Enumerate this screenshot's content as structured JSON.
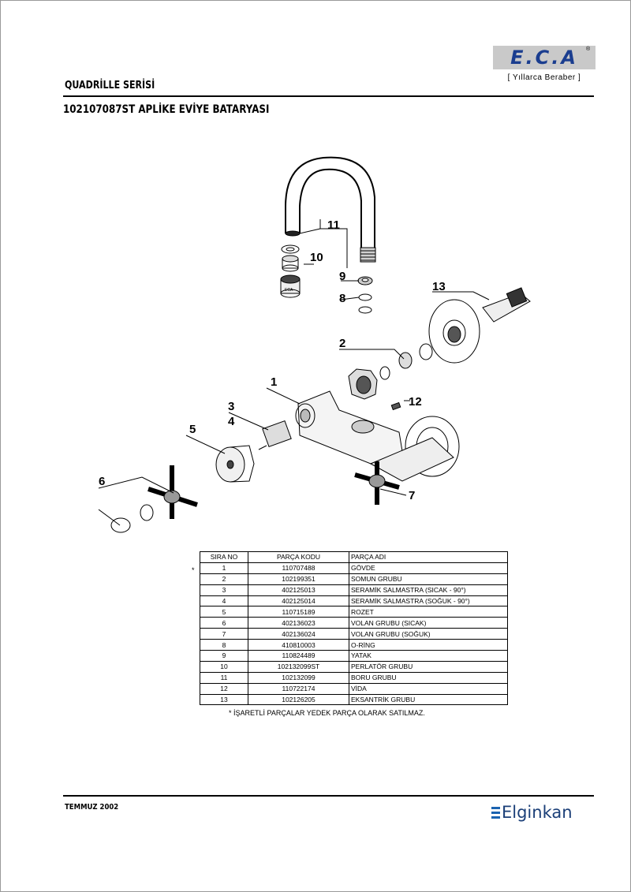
{
  "brand": {
    "logo_text": "E.C.A",
    "slogan": "[ Yıllarca Beraber ]"
  },
  "header": {
    "series": "QUADRİLLE SERİSİ",
    "product": "102107087ST APLİKE EVİYE BATARYASI"
  },
  "diagram": {
    "callouts": [
      "1",
      "2",
      "3",
      "4",
      "5",
      "6",
      "7",
      "8",
      "9",
      "10",
      "11",
      "12",
      "13"
    ],
    "aerator_marking": "ECA"
  },
  "parts_table": {
    "columns": [
      "SIRA NO",
      "PARÇA KODU",
      "PARÇA ADI"
    ],
    "rows": [
      {
        "no": "1",
        "code": "110707488",
        "name": "GÖVDE"
      },
      {
        "no": "2",
        "code": "102199351",
        "name": "SOMUN GRUBU"
      },
      {
        "no": "3",
        "code": "402125013",
        "name": "SERAMİK SALMASTRA (SICAK - 90°)"
      },
      {
        "no": "4",
        "code": "402125014",
        "name": "SERAMİK SALMASTRA (SOĞUK - 90°)"
      },
      {
        "no": "5",
        "code": "110715189",
        "name": "ROZET"
      },
      {
        "no": "6",
        "code": "402136023",
        "name": "VOLAN GRUBU (SICAK)"
      },
      {
        "no": "7",
        "code": "402136024",
        "name": "VOLAN GRUBU (SOĞUK)"
      },
      {
        "no": "8",
        "code": "410810003",
        "name": "O-RİNG"
      },
      {
        "no": "9",
        "code": "110824489",
        "name": "YATAK"
      },
      {
        "no": "10",
        "code": "102132099ST",
        "name": "PERLATÖR GRUBU"
      },
      {
        "no": "11",
        "code": "102132099",
        "name": "BORU GRUBU"
      },
      {
        "no": "12",
        "code": "110722174",
        "name": "VİDA"
      },
      {
        "no": "13",
        "code": "102126205",
        "name": "EKSANTRİK GRUBU"
      }
    ],
    "marked_row_symbol": "*",
    "footnote": "* İŞARETLİ PARÇALAR YEDEK PARÇA OLARAK SATILMAZ."
  },
  "footer": {
    "date": "TEMMUZ 2002",
    "company_logo": "Elginkan"
  },
  "colors": {
    "eca_blue": "#1a3d8f",
    "eca_grey": "#c9c9c9",
    "elginkan_blue": "#1b3f78"
  }
}
